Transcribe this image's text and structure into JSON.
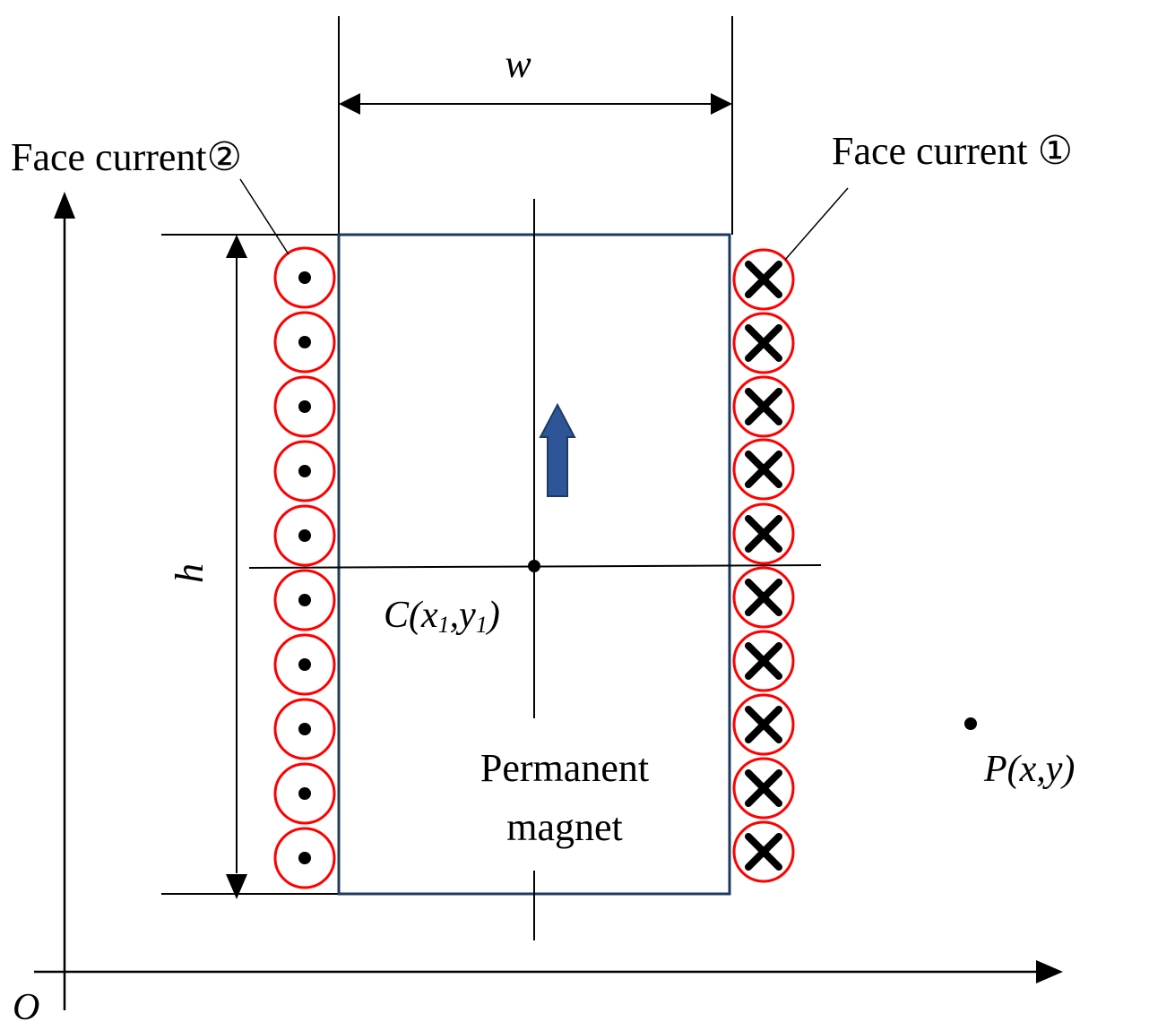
{
  "labels": {
    "width_symbol": "w",
    "height_symbol": "h",
    "face_current_2": "Face current②",
    "face_current_1": "Face current ①",
    "center_C": "C(",
    "center_x": "x",
    "center_x_sub": "1",
    "center_comma": ",",
    "center_y": "y",
    "center_y_sub": "1",
    "center_close": ")",
    "magnet_line1": "Permanent",
    "magnet_line2": "magnet",
    "point_P": "P(x,y)",
    "origin": "O"
  },
  "colors": {
    "line": "#000000",
    "magnet_outline": "#1f3a5f",
    "current_ring": "#ff0000",
    "current_mark": "#000000",
    "magnetization_arrow": "#2e5597"
  },
  "current_markers": {
    "face_current_2_symbol": "dot",
    "face_current_1_symbol": "cross",
    "face_current_2_count": 10,
    "face_current_1_count": 10
  }
}
